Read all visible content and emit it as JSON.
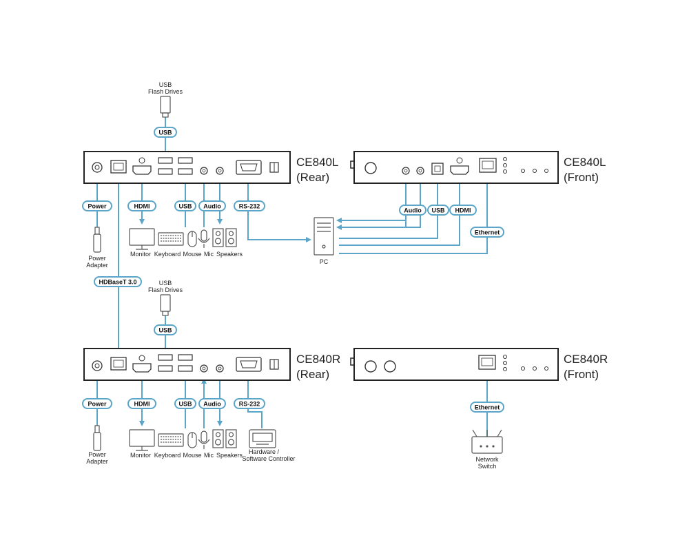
{
  "colors": {
    "cable": "#5aa5c8",
    "device_outline": "#222222",
    "icon_stroke": "#555555",
    "background": "#ffffff"
  },
  "units": {
    "ce840l_rear": {
      "name": "CE840L",
      "side": "(Rear)"
    },
    "ce840l_front": {
      "name": "CE840L",
      "side": "(Front)"
    },
    "ce840r_rear": {
      "name": "CE840R",
      "side": "(Rear)"
    },
    "ce840r_front": {
      "name": "CE840R",
      "side": "(Front)"
    }
  },
  "cable_labels": {
    "usb": "USB",
    "power": "Power",
    "hdmi": "HDMI",
    "audio": "Audio",
    "rs232": "RS-232",
    "ethernet": "Ethernet",
    "hdbaset": "HDBaseT 3.0"
  },
  "devices": {
    "usb_flash_line1": "USB",
    "usb_flash_line2": "Flash Drives",
    "power_line1": "Power",
    "power_line2": "Adapter",
    "monitor": "Monitor",
    "keyboard": "Keyboard",
    "mouse": "Mouse",
    "mic": "Mic",
    "speakers": "Speakers",
    "pc": "PC",
    "hw_line1": "Hardware /",
    "hw_line2": "Software Controller",
    "switch_line1": "Network",
    "switch_line2": "Switch"
  }
}
